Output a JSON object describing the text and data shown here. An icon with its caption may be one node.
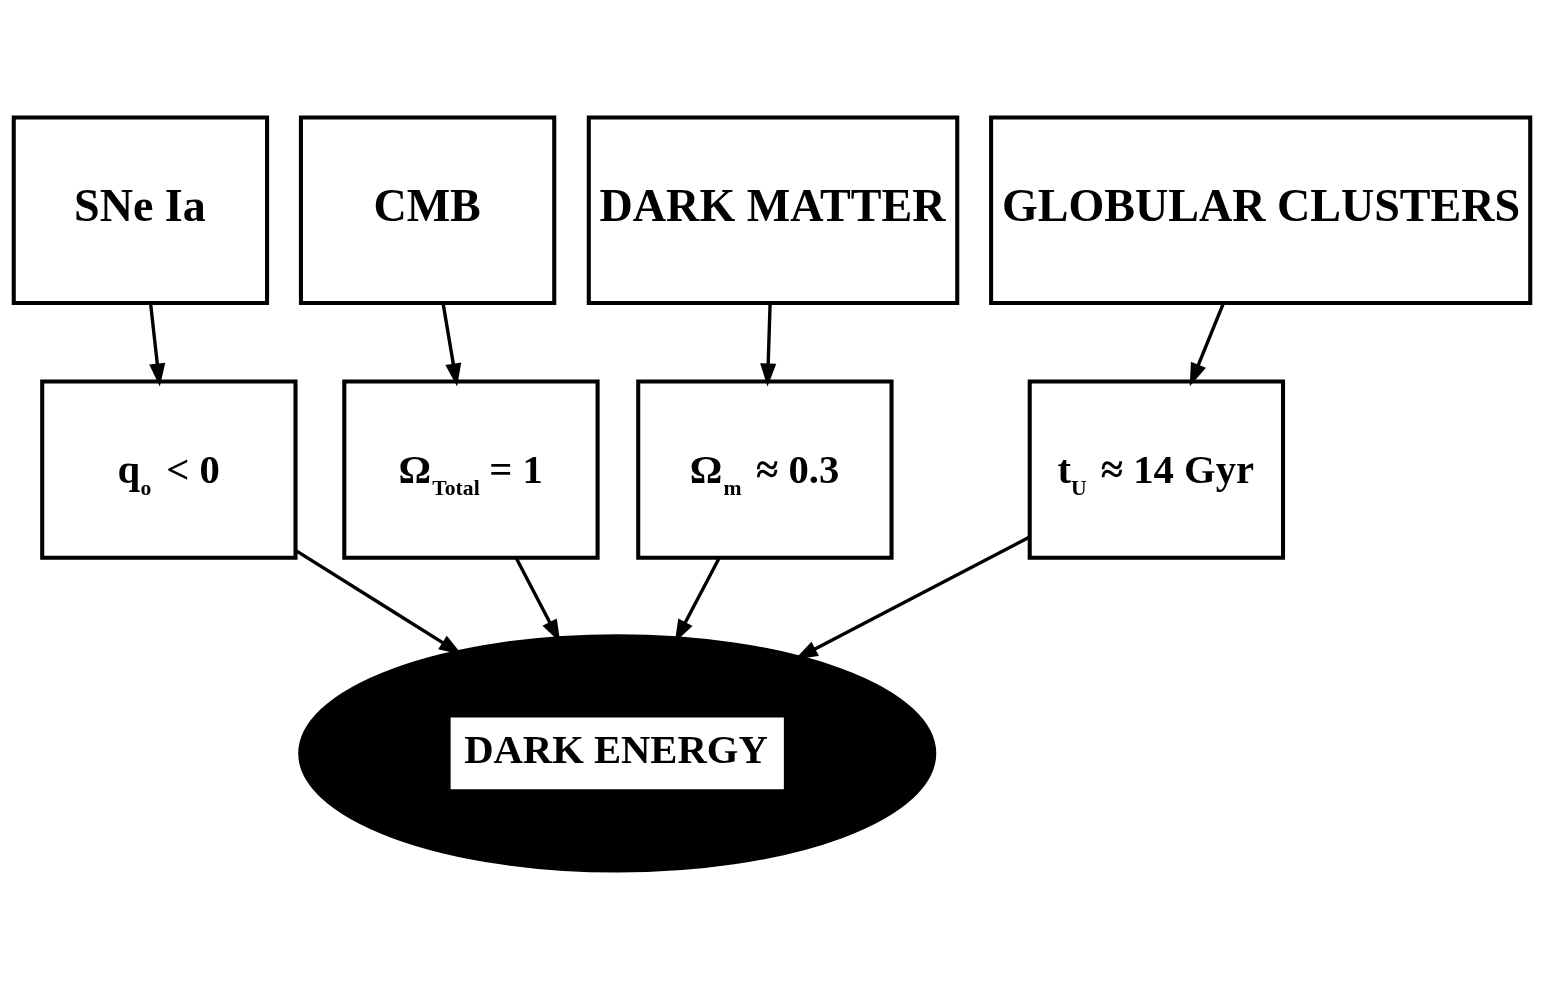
{
  "diagram": {
    "nodes": [
      {
        "text": [
          "SNe Ia"
        ]
      },
      {
        "text": [
          "CMB"
        ]
      },
      {
        "text": [
          "DARK MATTER"
        ]
      },
      {
        "text": [
          "GLOBULAR CLUSTERS"
        ]
      },
      {
        "text": [
          "q$_{o}$ < 0"
        ]
      },
      {
        "text": [
          "Ω$_{Total}$ = 1"
        ]
      },
      {
        "text": [
          "Ω$_{m}$ ≈ 0.3"
        ]
      },
      {
        "text": [
          "t$_{U}$ ≈ 14 Gyr"
        ]
      },
      {
        "text": [
          "DARK ENERGY"
        ]
      }
    ],
    "edges": [
      {
        "from": 0,
        "to": 4,
        "arrow": "to"
      },
      {
        "from": 1,
        "to": 5,
        "arrow": "to"
      },
      {
        "from": 2,
        "to": 6,
        "arrow": "to"
      },
      {
        "from": 3,
        "to": 7,
        "arrow": "to"
      },
      {
        "from": 4,
        "to": 8,
        "arrow": "to"
      },
      {
        "from": 5,
        "to": 8,
        "arrow": "to"
      },
      {
        "from": 6,
        "to": 8,
        "arrow": "to"
      },
      {
        "from": 7,
        "to": 8,
        "arrow": "to"
      }
    ]
  }
}
